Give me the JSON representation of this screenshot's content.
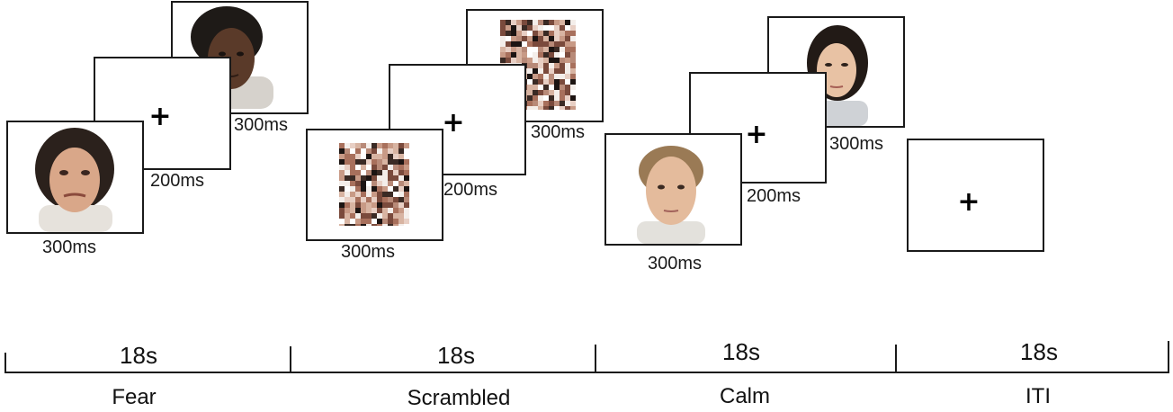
{
  "stimuli": {
    "fixation_symbol": "+",
    "fear": {
      "face_duration_1": "300ms",
      "fixation_duration": "200ms",
      "face_duration_2": "300ms"
    },
    "scrambled": {
      "scrambled_duration_1": "300ms",
      "fixation_duration": "200ms",
      "scrambled_duration_2": "300ms"
    },
    "calm": {
      "face_duration_1": "300ms",
      "fixation_duration": "200ms",
      "face_duration_2": "300ms"
    }
  },
  "timeline": {
    "blocks": [
      {
        "duration": "18s",
        "label": "Fear"
      },
      {
        "duration": "18s",
        "label": "Scrambled"
      },
      {
        "duration": "18s",
        "label": "Calm"
      },
      {
        "duration": "18s",
        "label": "ITI"
      }
    ]
  }
}
